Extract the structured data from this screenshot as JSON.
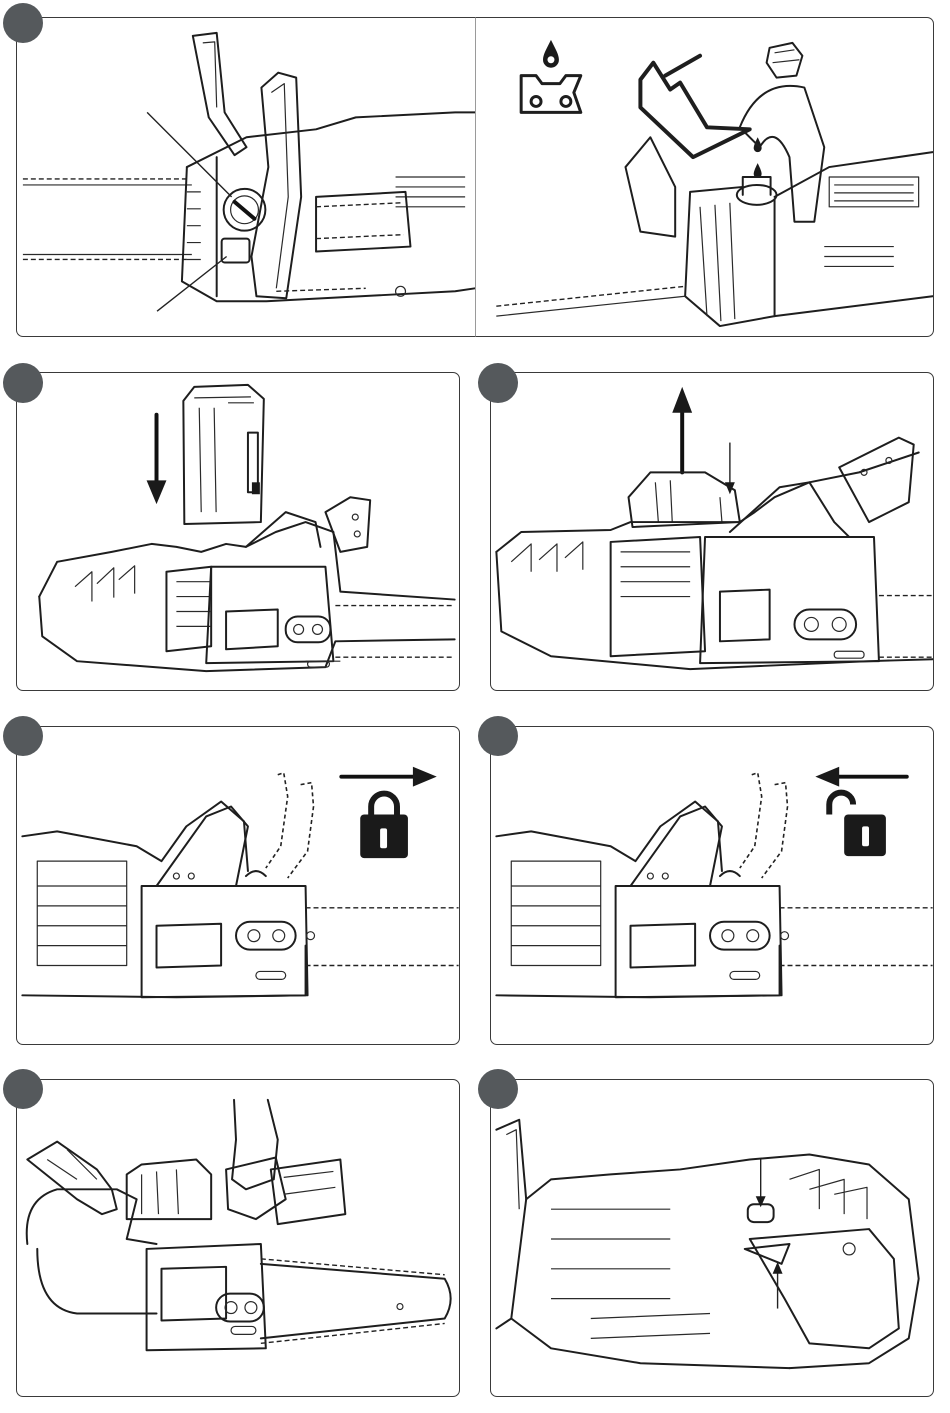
{
  "page": {
    "background": "#ffffff"
  },
  "colors": {
    "badge": "#55595c",
    "outline": "#1e1e1e"
  },
  "figures": [
    {
      "id": "fig-1",
      "icons": [
        "oil-cap-icon",
        "oil-window-icon",
        "pointer-line-icon"
      ]
    },
    {
      "id": "fig-2",
      "icons": [
        "oil-drop-chain-icon",
        "oil-can-icon",
        "oil-cap-icon"
      ]
    },
    {
      "id": "fig-3",
      "icons": [
        "battery-icon",
        "arrow-down-icon"
      ]
    },
    {
      "id": "fig-4",
      "icons": [
        "arrow-up-icon",
        "release-button-pointer-icon"
      ]
    },
    {
      "id": "fig-5",
      "icons": [
        "arrow-right-icon",
        "padlock-locked-icon"
      ]
    },
    {
      "id": "fig-6",
      "icons": [
        "arrow-left-icon",
        "padlock-unlocked-icon"
      ]
    },
    {
      "id": "fig-7",
      "icons": [
        "gloved-hands-icon",
        "chainsaw-icon"
      ]
    },
    {
      "id": "fig-8",
      "icons": [
        "lock-off-button-pointer-icon",
        "trigger-pointer-icon"
      ]
    }
  ]
}
